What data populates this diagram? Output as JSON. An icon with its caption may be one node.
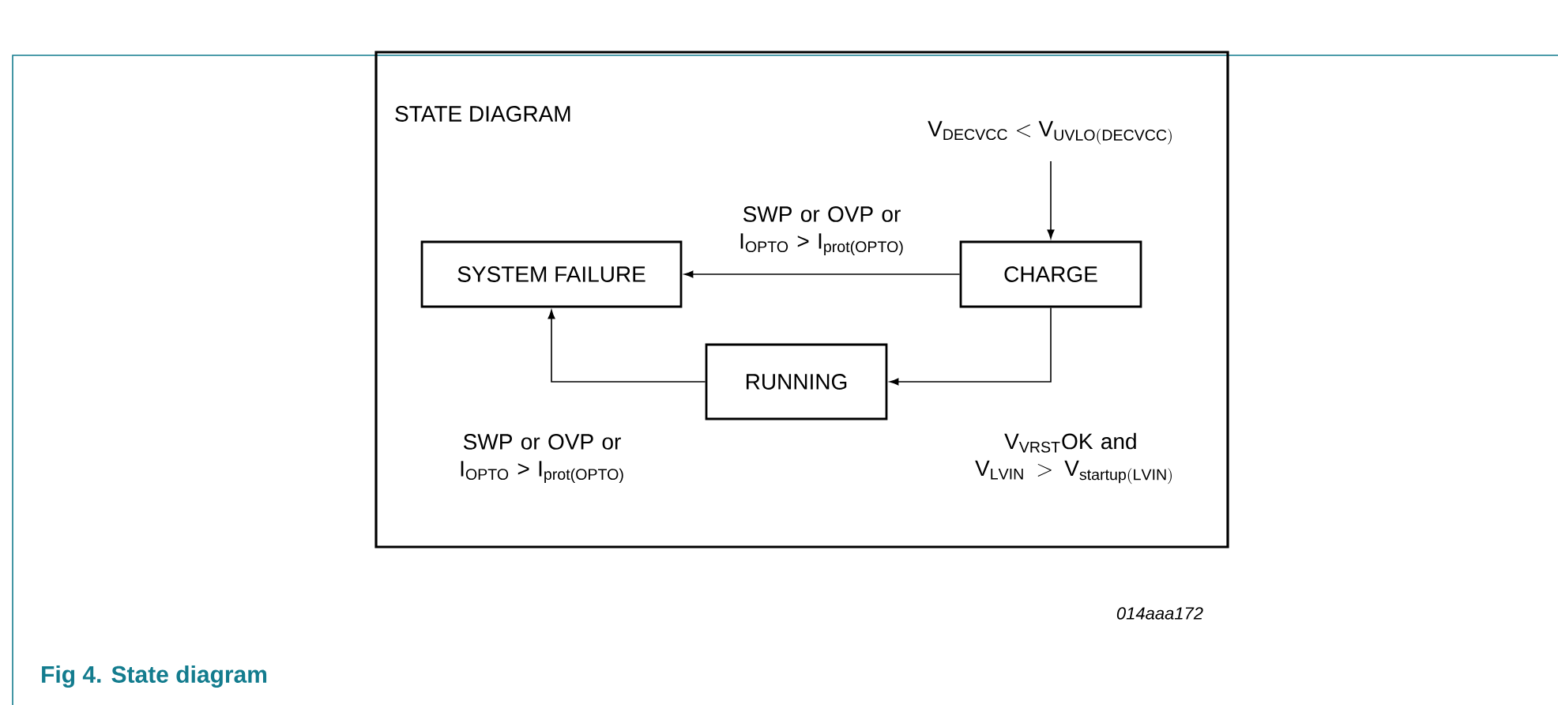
{
  "diagram": {
    "caption": "Fig 4.      State diagram",
    "nodes": [
      {
        "text": [
          "STATE DIAGRAM"
        ]
      },
      {
        "text": [
          "SYSTEM FAILURE"
        ],
        "in": 0
      },
      {
        "text": [
          "CHARGE"
        ],
        "in": 0
      },
      {
        "text": [
          "RUNNING"
        ],
        "in": 0
      }
    ],
    "edges": [
      {
        "from": null,
        "to": 2,
        "arrow": "to",
        "label": "\\mathrm{V}_{\\mathrm{DECVCC}} < \\mathrm{V}_{\\mathrm{UVLO(DECVCC)}}"
      },
      {
        "from": 2,
        "to": 1,
        "arrow": "to",
        "label": "SWP or OVP or I$_{OPTO}$ > I$_{prot(OPTO)}$"
      },
      {
        "from": 2,
        "to": 3,
        "arrow": "to",
        "label": "\\mathrm{V}_{\\mathrm{VRST}}\\mathrm{OK\\ and}\\ \\allowbreak\\mathrm{V}_{\\mathrm{LVIN}} > \\mathrm{V}_{\\mathrm{startup(LVIN)}}"
      },
      {
        "from": 3,
        "to": 1,
        "arrow": "to",
        "label": "SWP or OVP or I$_{OPTO}$ > I$_{prot(OPTO)}$"
      }
    ],
    "labels": [
      "014aaa172"
    ]
  }
}
